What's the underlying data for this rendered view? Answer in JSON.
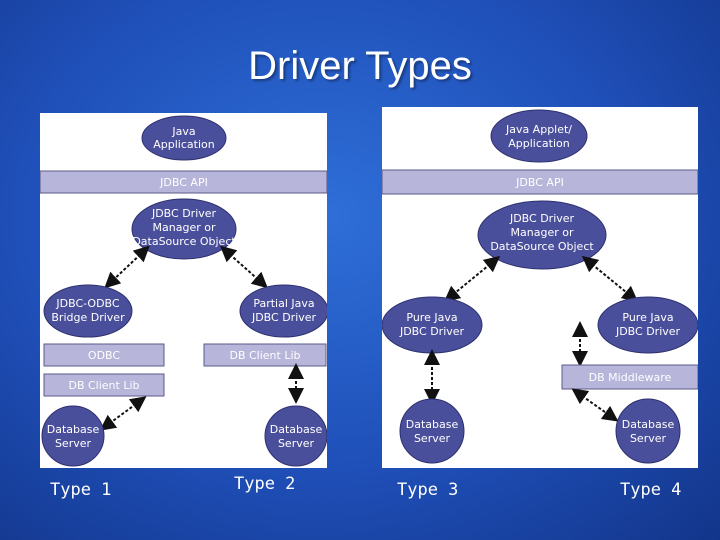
{
  "title": "Driver Types",
  "colors": {
    "node": "#4a4f9c",
    "bar": "#b7b5da",
    "background": "#1f4fb8"
  },
  "left_panel": {
    "top_node": [
      "Java",
      "Application"
    ],
    "api_bar": "JDBC API",
    "manager_node": [
      "JDBC Driver",
      "Manager or",
      "DataSource Object"
    ],
    "type1_driver": [
      "JDBC-ODBC",
      "Bridge Driver"
    ],
    "type2_driver": [
      "Partial Java",
      "JDBC Driver"
    ],
    "odbc_bar": "ODBC",
    "db_client_lib_left": "DB Client Lib",
    "db_client_lib_right": "DB Client Lib",
    "db_server_left": [
      "Database",
      "Server"
    ],
    "db_server_right": [
      "Database",
      "Server"
    ]
  },
  "right_panel": {
    "top_node": [
      "Java Applet/",
      "Application"
    ],
    "api_bar": "JDBC API",
    "manager_node": [
      "JDBC Driver",
      "Manager or",
      "DataSource Object"
    ],
    "type3_driver": [
      "Pure Java",
      "JDBC Driver"
    ],
    "type4_driver": [
      "Pure Java",
      "JDBC Driver"
    ],
    "middleware_bar": "DB Middleware",
    "db_server_left": [
      "Database",
      "Server"
    ],
    "db_server_right": [
      "Database",
      "Server"
    ]
  },
  "captions": {
    "type1": "Type 1",
    "type2": "Type 2",
    "type3": "Type 3",
    "type4": "Type 4"
  }
}
